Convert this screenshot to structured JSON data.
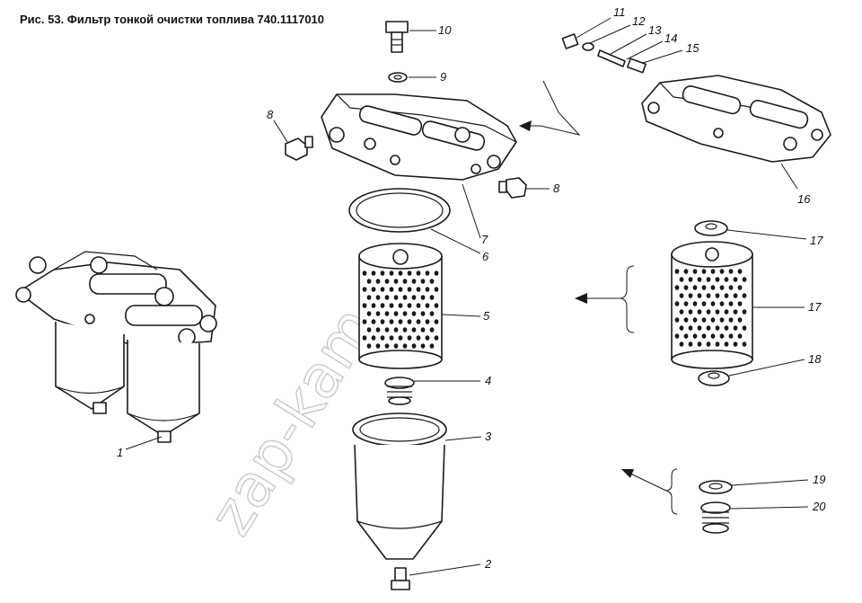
{
  "title": "Рис. 53. Фильтр тонкой очистки топлива 740.1117010",
  "watermark": "zap-kam.ru",
  "callouts": [
    "1",
    "2",
    "3",
    "4",
    "5",
    "6",
    "7",
    "8",
    "8",
    "9",
    "10",
    "11",
    "12",
    "13",
    "14",
    "15",
    "16",
    "17",
    "17",
    "18",
    "19",
    "20"
  ],
  "colors": {
    "ink": "#1a1a1a",
    "background": "#ffffff",
    "watermark": "#c8c8c8"
  }
}
